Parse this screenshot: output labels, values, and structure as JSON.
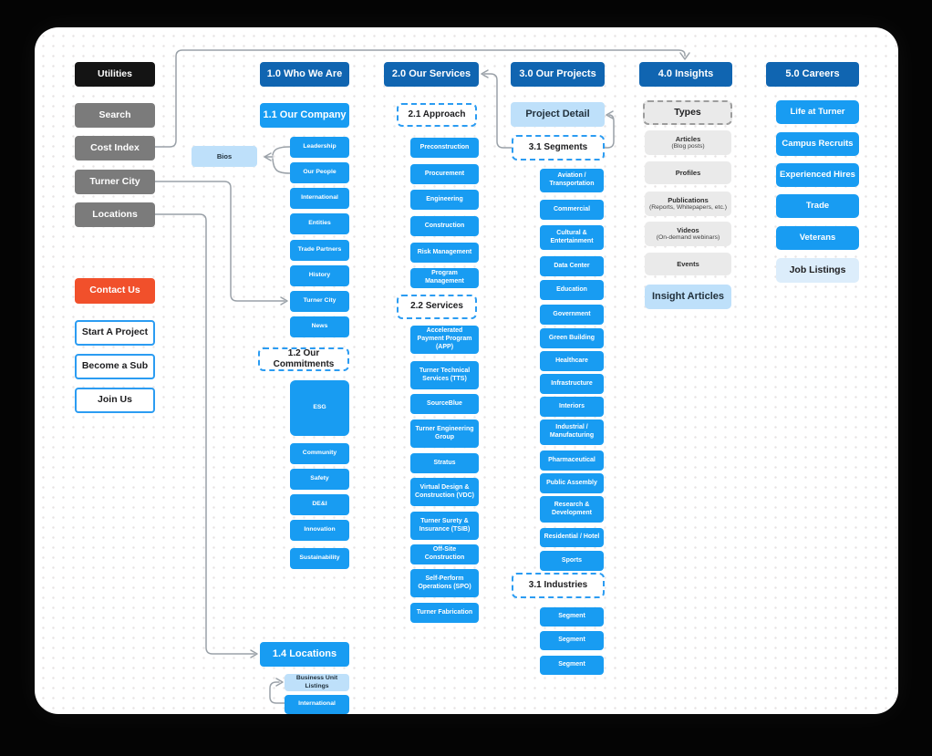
{
  "colors": {
    "header_blue": "#1065B1",
    "node_blue": "#189CF2",
    "light_blue": "#BEE0FA",
    "lighter_blue": "#DCEDFB",
    "utility_gray": "#7B7B7B",
    "utility_black": "#141414",
    "contact_orange": "#F1502B",
    "neutral_gray": "#EAEAEA",
    "connector_gray": "#9AA1A8"
  },
  "utility_nav": {
    "utilities": "Utilities",
    "items": [
      "Search",
      "Cost Index",
      "Turner City",
      "Locations"
    ],
    "contact": "Contact Us",
    "ctas": [
      "Start A Project",
      "Become a Sub",
      "Join Us"
    ]
  },
  "bios": {
    "label": "Bios"
  },
  "who_we_are": {
    "header": "1.0 Who We Are",
    "company": {
      "header": "1.1 Our Company",
      "items": [
        "Leadership",
        "Our People",
        "International",
        "Entities",
        "Trade Partners",
        "History",
        "Turner City",
        "News"
      ]
    },
    "commitments": {
      "header": "1.2 Our Commitments",
      "items": [
        "ESG",
        "Community",
        "Safety",
        "DE&I",
        "Innovation",
        "Sustainability"
      ]
    },
    "locations": {
      "header": "1.4 Locations",
      "items": [
        "Business Unit Listings",
        "International"
      ]
    }
  },
  "services": {
    "header": "2.0 Our Services",
    "approach": {
      "header": "2.1 Approach",
      "items": [
        "Preconstruction",
        "Procurement",
        "Engineering",
        "Construction",
        "Risk Management",
        "Program Management"
      ]
    },
    "offerings": {
      "header": "2.2 Services",
      "items": [
        "Accelerated Payment Program (APP)",
        "Turner Technical Services (TTS)",
        "SourceBlue",
        "Turner Engineering Group",
        "Stratus",
        "Virtual Design & Construction (VDC)",
        "Turner Surety & Insurance (TSIB)",
        "Off-Site Construction",
        "Self-Perform Operations (SPO)",
        "Turner Fabrication"
      ]
    }
  },
  "projects": {
    "header": "3.0 Our Projects",
    "detail": "Project Detail",
    "segments": {
      "header": "3.1 Segments",
      "items": [
        "Aviation / Transportation",
        "Commercial",
        "Cultural & Entertainment",
        "Data Center",
        "Education",
        "Government",
        "Green Building",
        "Healthcare",
        "Infrastructure",
        "Interiors",
        "Industrial / Manufacturing",
        "Pharmaceutical",
        "Public Assembly",
        "Research & Development",
        "Residential / Hotel",
        "Sports"
      ]
    },
    "industries": {
      "header": "3.1 Industries",
      "items": [
        "Segment",
        "Segment",
        "Segment"
      ]
    }
  },
  "insights": {
    "header": "4.0 Insights",
    "types_header": "Types",
    "types": [
      {
        "title": "Articles",
        "subtitle": "(Blog posts)"
      },
      {
        "title": "Profiles",
        "subtitle": ""
      },
      {
        "title": "Publications",
        "subtitle": "(Reports, Whitepapers, etc.)"
      },
      {
        "title": "Videos",
        "subtitle": "(On-demand webinars)"
      },
      {
        "title": "Events",
        "subtitle": ""
      }
    ],
    "insight_articles": "Insight Articles"
  },
  "careers": {
    "header": "5.0 Careers",
    "items": [
      "Life at Turner",
      "Campus Recruits",
      "Experienced Hires",
      "Trade",
      "Veterans"
    ],
    "job_listings": "Job Listings"
  }
}
